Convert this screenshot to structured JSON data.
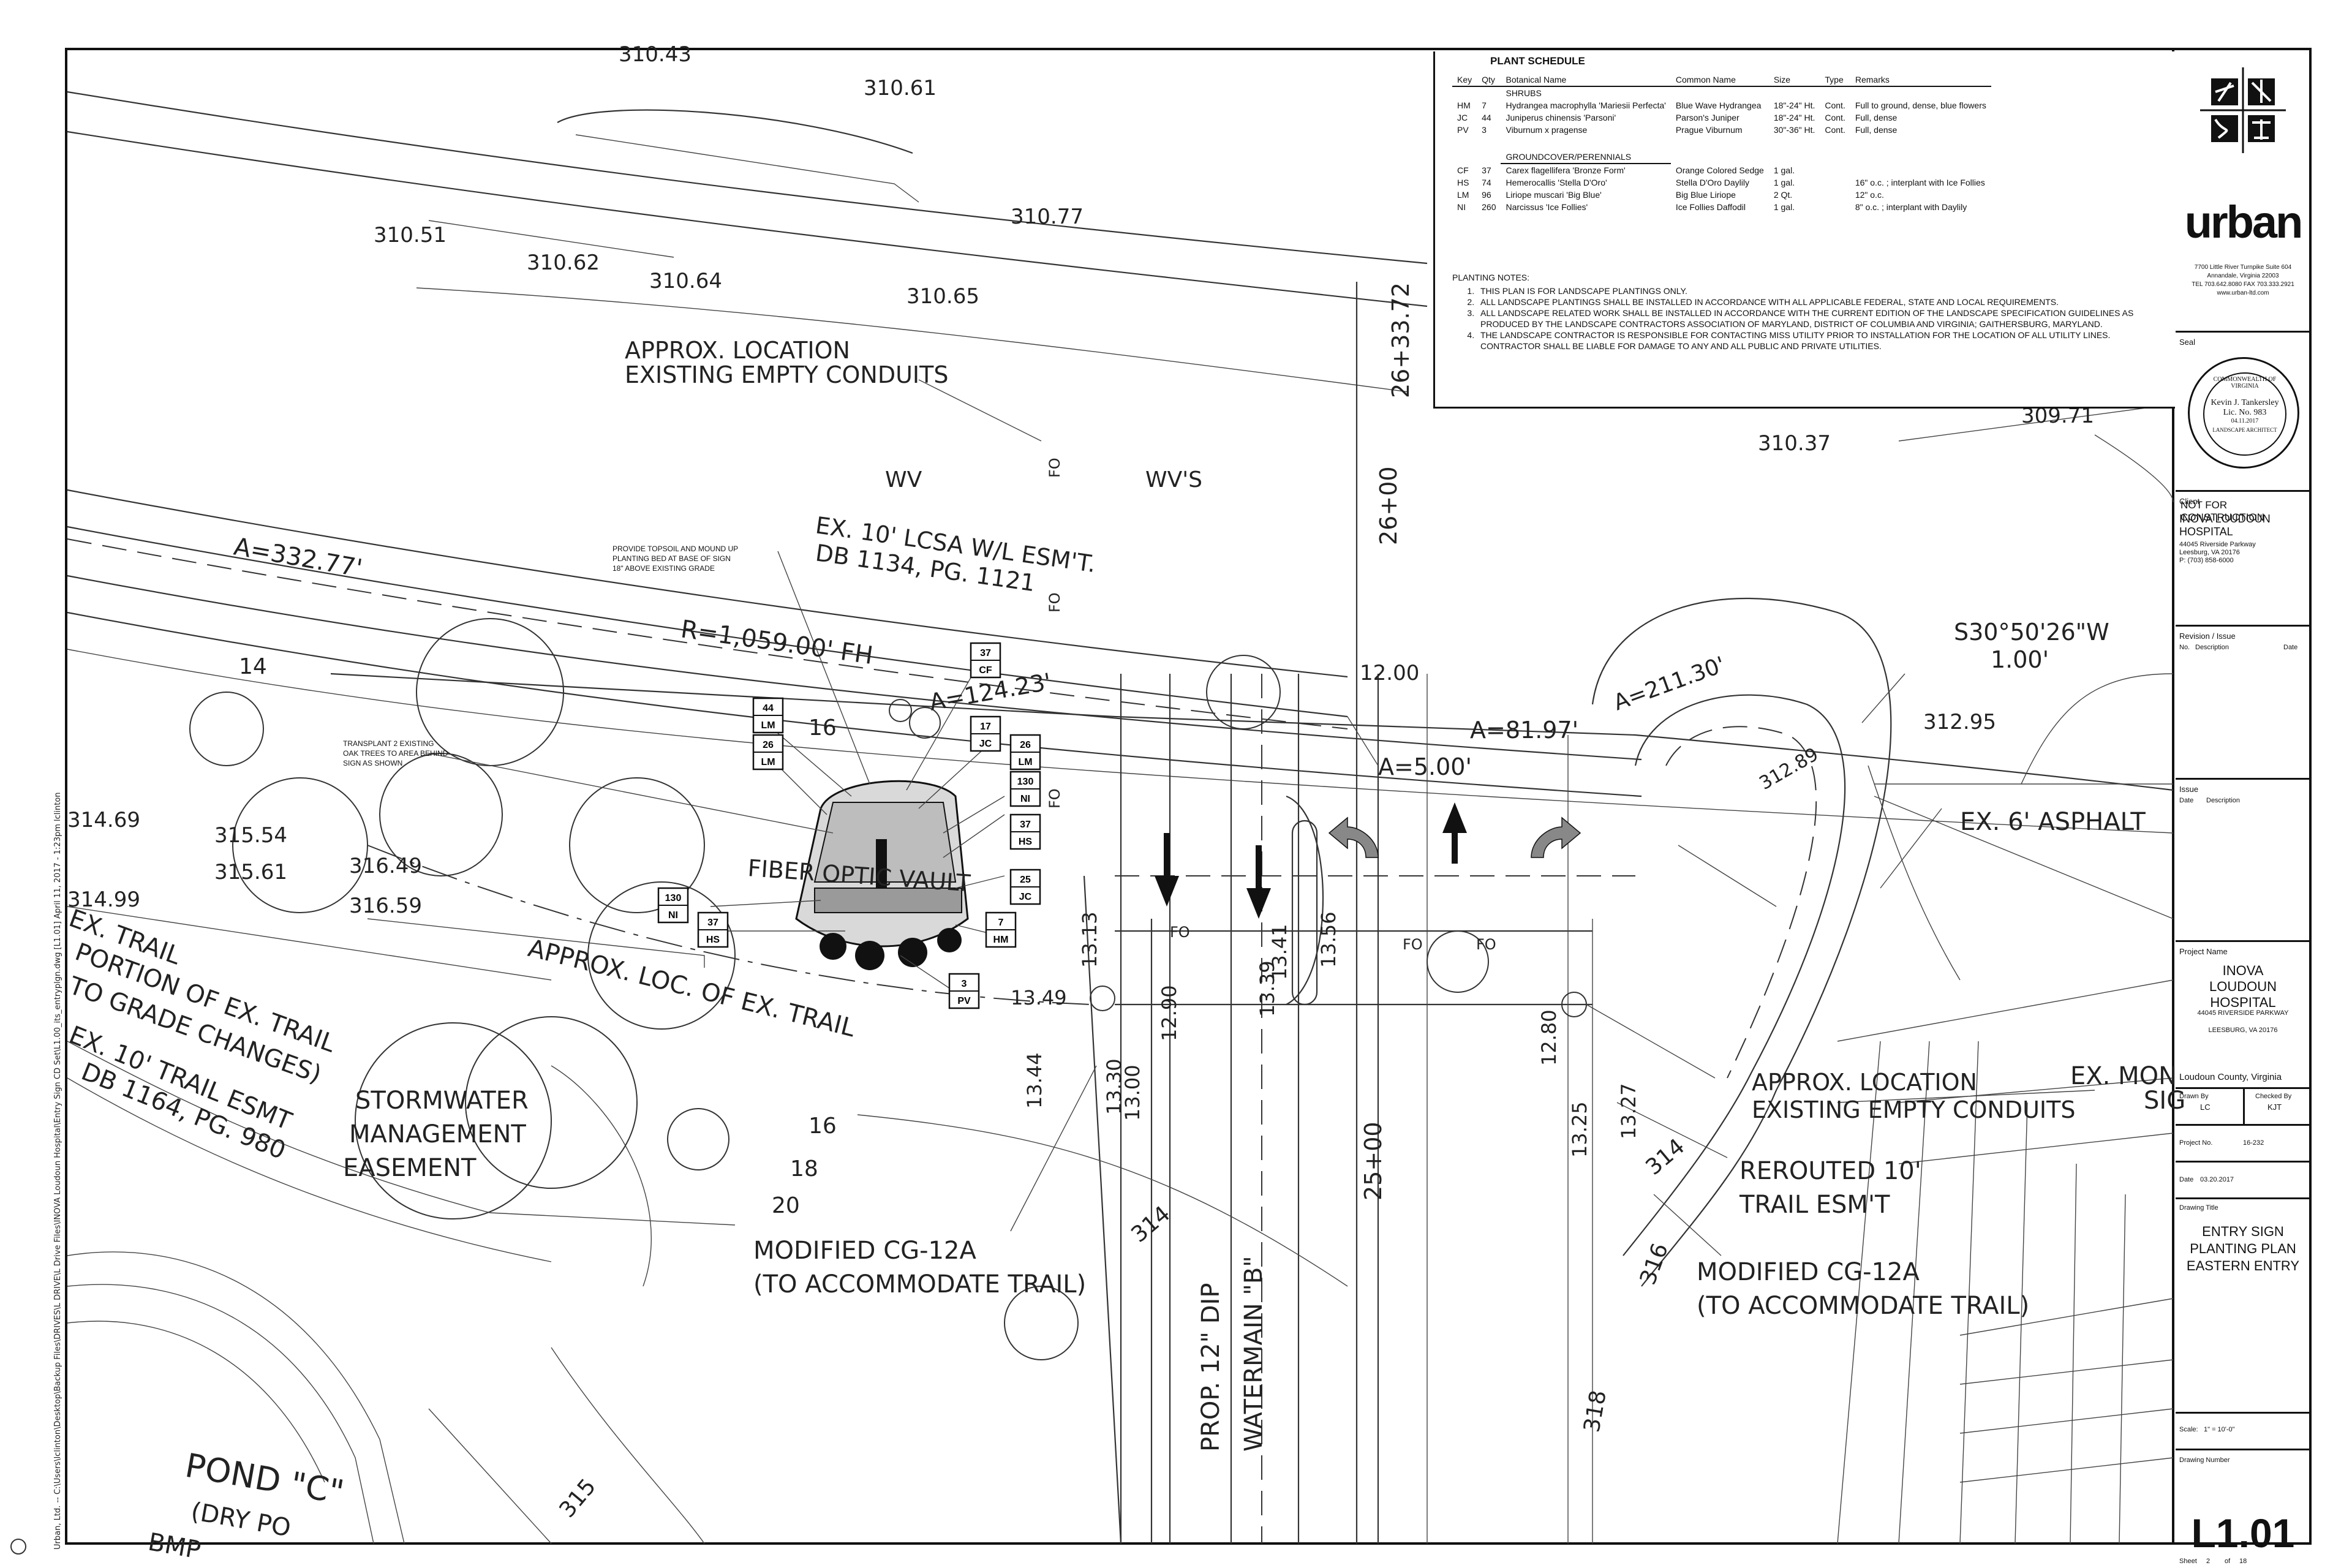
{
  "plant_schedule": {
    "title": "PLANT SCHEDULE",
    "headers": [
      "Key",
      "Qty",
      "Botanical Name",
      "Common Name",
      "Size",
      "Type",
      "Remarks"
    ],
    "shrubs_heading": "SHRUBS",
    "shrubs": [
      [
        "HM",
        "7",
        "Hydrangea macrophylla 'Mariesii Perfecta'",
        "Blue Wave Hydrangea",
        "18\"-24\" Ht.",
        "Cont.",
        "Full to ground, dense, blue flowers"
      ],
      [
        "JC",
        "44",
        "Juniperus chinensis 'Parsoni'",
        "Parson's Juniper",
        "18\"-24\" Ht.",
        "Cont.",
        "Full, dense"
      ],
      [
        "PV",
        "3",
        "Viburnum x pragense",
        "Prague Viburnum",
        "30\"-36\" Ht.",
        "Cont.",
        "Full, dense"
      ]
    ],
    "groundcover_heading": "GROUNDCOVER/PERENNIALS",
    "groundcover": [
      [
        "CF",
        "37",
        "Carex flagellifera 'Bronze Form'",
        "Orange Colored Sedge",
        "1 gal.",
        "",
        ""
      ],
      [
        "HS",
        "74",
        "Hemerocallis 'Stella D'Oro'",
        "Stella D'Oro Daylily",
        "1 gal.",
        "",
        "16\" o.c. ; interplant with Ice Follies"
      ],
      [
        "LM",
        "96",
        "Liriope muscari 'Big Blue'",
        "Big Blue Liriope",
        "2 Qt.",
        "",
        "12\" o.c."
      ],
      [
        "NI",
        "260",
        "Narcissus 'Ice Follies'",
        "Ice Follies Daffodil",
        "1 gal.",
        "",
        "8\" o.c. ; interplant with Daylily"
      ]
    ],
    "notes_title": "PLANTING NOTES:",
    "notes": [
      "THIS PLAN IS FOR LANDSCAPE PLANTINGS ONLY.",
      "ALL LANDSCAPE PLANTINGS SHALL BE INSTALLED IN ACCORDANCE WITH ALL APPLICABLE FEDERAL, STATE AND LOCAL REQUIREMENTS.",
      "ALL LANDSCAPE RELATED WORK SHALL BE INSTALLED IN ACCORDANCE WITH THE CURRENT EDITION OF THE LANDSCAPE SPECIFICATION GUIDELINES AS PRODUCED BY THE LANDSCAPE CONTRACTORS ASSOCIATION OF MARYLAND, DISTRICT OF COLUMBIA AND VIRGINIA; GAITHERSBURG, MARYLAND.",
      "THE LANDSCAPE CONTRACTOR IS RESPONSIBLE FOR CONTACTING MISS UTILITY PRIOR TO INSTALLATION FOR THE LOCATION OF ALL UTILITY LINES.  CONTRACTOR SHALL BE LIABLE FOR DAMAGE TO ANY AND ALL PUBLIC AND PRIVATE UTILITIES."
    ]
  },
  "title_block": {
    "firm": "urban",
    "firm_address": [
      "7700 Little River Turnpike   Suite 604",
      "Annandale, Virginia 22003",
      "TEL 703.642.8080    FAX  703.333.2921",
      "www.urban-ltd.com"
    ],
    "seal_label": "Seal",
    "seal_text": [
      "COMMONWEALTH OF VIRGINIA",
      "Kevin J. Tankersley",
      "Lic. No. 983",
      "04.11.2017",
      "LANDSCAPE ARCHITECT"
    ],
    "not_for_construction": "NOT FOR CONSTRUCTION",
    "client_label": "Client",
    "client_name": "INOVA LOUDOUN HOSPITAL",
    "client_address": [
      "44045 Riverside Parkway",
      "Leesburg, VA 20176",
      "P: (703) 858-6000"
    ],
    "revision_label": "Revision / Issue",
    "revision_cols": [
      "No.",
      "Description",
      "Date"
    ],
    "issue_label": "Issue",
    "issue_cols": [
      "Date",
      "Description"
    ],
    "project_name_label": "Project Name",
    "project_name": "INOVA LOUDOUN HOSPITAL",
    "project_address": [
      "44045 RIVERSIDE PARKWAY",
      "LEESBURG, VA 20176"
    ],
    "county": "Loudoun County, Virginia",
    "drawn_by_label": "Drawn By",
    "drawn_by": "LC",
    "checked_by_label": "Checked By",
    "checked_by": "KJT",
    "project_no_label": "Project No.",
    "project_no": "16-232",
    "date_label": "Date",
    "date": "03.20.2017",
    "drawing_title_label": "Drawing Title",
    "drawing_title": [
      "ENTRY SIGN",
      "PLANTING PLAN",
      "EASTERN ENTRY"
    ],
    "scale_label": "Scale:",
    "scale": "1\" = 10'-0\"",
    "drawing_number_label": "Drawing Number",
    "drawing_number": "L1.01",
    "sheet_label": "Sheet",
    "sheet": "2",
    "sheet_of_label": "of",
    "sheet_total": "18"
  },
  "file_path": "Urban, Ltd. -- C:\\Users\\lclinton\\Desktop\\Backup Files\\DRIVES\\L DRIVE\\L Drive Files\\INOVA Loudoun Hospital\\Entry Sign CD Set\\L1.00_its_entryplgn.dwg [L1.01] April 11, 2017 - 1:23pm lclinton",
  "plan_labels": {
    "approx_location": "APPROX. LOCATION",
    "existing_conduits": "EXISTING EMPTY CONDUITS",
    "ex_lcsa": "EX. 10' LCSA W/L ESM'T.",
    "db": "DB 1134, PG. 1121",
    "arc_a1": "A=332.77'",
    "radius": "R=1,059.00' FH",
    "wv": "WV",
    "wvs": "WV'S",
    "fo": "FO",
    "station_1": "26+33.72",
    "station_2": "26+00",
    "station_3": "25+00",
    "arc_a2": "A=124.23'",
    "arc_a3": "A=81.97'",
    "arc_a4": "A=5.00'",
    "arc_a5": "A=211.30'",
    "bearing": "S30°50'26\"W",
    "bearing_dist": "1.00'",
    "ex_asphalt": "EX. 6' ASPHALT",
    "ex_mon": "EX. MON",
    "sig": "SIG",
    "fiber": "FIBER OPTIC VAULT",
    "approx_trail": "APPROX. LOC. OF EX. TRAIL",
    "ex_trail": "EX. TRAIL",
    "portion": "PORTION OF EX. TRAIL",
    "grade_changes": "TO GRADE CHANGES)",
    "trail_esmt": "EX. 10' TRAIL ESMT",
    "db2": "DB 1164, PG. 980",
    "stormwater": "STORMWATER",
    "management": "MANAGEMENT",
    "easement": "EASEMENT",
    "modified": "MODIFIED CG-12A",
    "accommodate": "(TO ACCOMMODATE TRAIL)",
    "rerouted": "REROUTED 10'",
    "trail_esmt2": "TRAIL ESM'T",
    "pond": "POND \"C\"",
    "dry": "(DRY PO",
    "bmp": "BMP",
    "dip": "PROP. 12\" DIP",
    "watermain": "WATERMAIN \"B\"",
    "topsoil_note": [
      "PROVIDE TOPSOIL AND MOUND UP",
      "PLANTING BED AT BASE OF SIGN",
      "18\" ABOVE EXISTING GRADE"
    ],
    "transplant_note": [
      "TRANSPLANT 2 EXISTING",
      "OAK TREES TO AREA BEHIND",
      "SIGN AS SHOWN"
    ],
    "spot_elevations": [
      "310.43",
      "310.61",
      "310.77",
      "310.51",
      "310.62",
      "310.64",
      "310.65",
      "310.37",
      "309.71",
      "315.54",
      "315.61",
      "316.49",
      "316.59",
      "312.95",
      "312.89",
      "314.99",
      "314.69"
    ],
    "contours": [
      "14",
      "16",
      "18",
      "20",
      "314",
      "316",
      "318",
      "315",
      "12.00",
      "12.80",
      "12.90",
      "13.00",
      "13.13",
      "13.25",
      "13.27",
      "13.30",
      "13.39",
      "13.41",
      "13.44",
      "13.49",
      "13.56"
    ]
  },
  "tags": [
    {
      "qty": "44",
      "key": "LM"
    },
    {
      "qty": "26",
      "key": "LM"
    },
    {
      "qty": "37",
      "key": "CF"
    },
    {
      "qty": "17",
      "key": "JC"
    },
    {
      "qty": "26",
      "key": "LM"
    },
    {
      "qty": "130",
      "key": "NI"
    },
    {
      "qty": "37",
      "key": "HS"
    },
    {
      "qty": "25",
      "key": "JC"
    },
    {
      "qty": "7",
      "key": "HM"
    },
    {
      "qty": "3",
      "key": "PV"
    },
    {
      "qty": "130",
      "key": "NI"
    },
    {
      "qty": "37",
      "key": "HS"
    }
  ]
}
